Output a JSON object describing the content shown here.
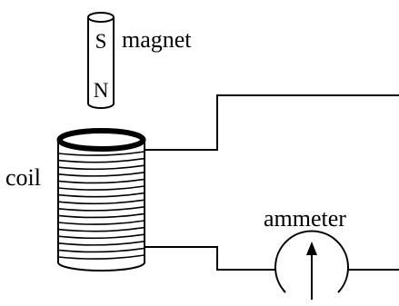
{
  "labels": {
    "magnet": "magnet",
    "coil": "coil",
    "ammeter": "ammeter",
    "pole_south": "S",
    "pole_north": "N"
  },
  "colors": {
    "ink": "#000000",
    "background": "#ffffff"
  }
}
